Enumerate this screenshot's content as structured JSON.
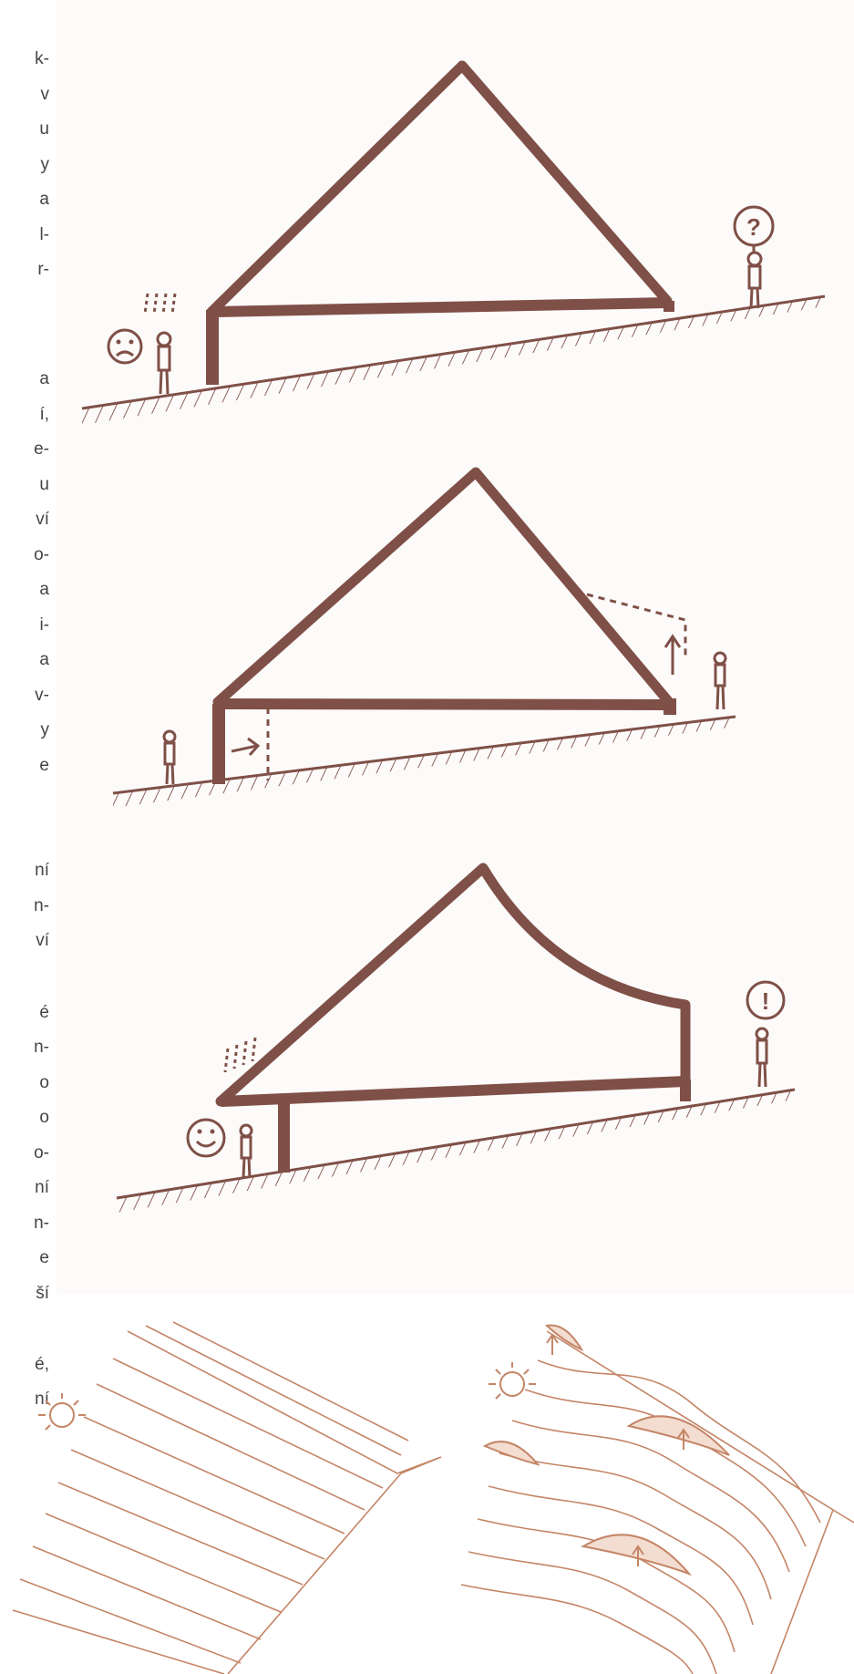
{
  "text_fragments": [
    "k-",
    "v",
    "u",
    "y",
    "a",
    "l-",
    "r-",
    "a",
    "í,",
    "e-",
    "u",
    "ví",
    "o-",
    "a",
    "i-",
    "a",
    "v-",
    "y",
    "e",
    "ní",
    "n-",
    "ví",
    "é",
    "n-",
    "o",
    "o",
    "o-",
    "ní",
    "n-",
    "e",
    "ší",
    "é,",
    "ní"
  ],
  "annotations": {
    "question_mark": "?",
    "exclamation_mark": "!"
  },
  "colors": {
    "sketch_ink": "#7f5047",
    "roof_ink": "#c48567",
    "background": "#fdfafa"
  }
}
